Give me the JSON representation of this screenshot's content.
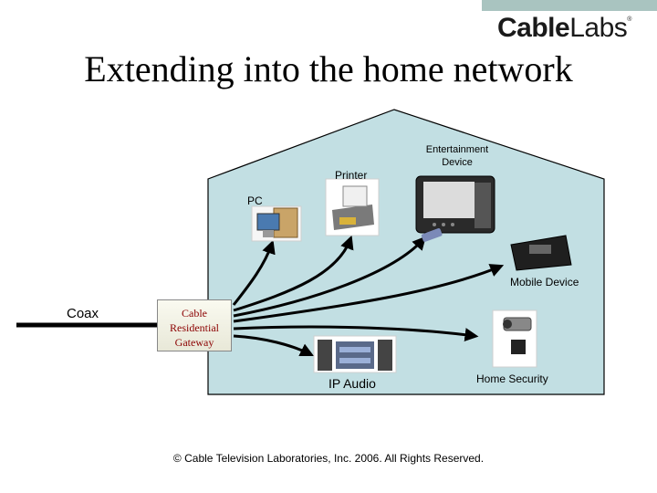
{
  "header": {
    "logo_part1": "Cable",
    "logo_part2": "Labs",
    "logo_reg": "®",
    "title": "Extending into the home network"
  },
  "diagram": {
    "labels": {
      "printer": "Printer",
      "entertainment_line1": "Entertainment",
      "entertainment_line2": "Device",
      "pc": "PC",
      "mobile": "Mobile Device",
      "coax": "Coax",
      "gateway_line1": "Cable",
      "gateway_line2": "Residential",
      "gateway_line3": "Gateway",
      "ip_audio": "IP Audio",
      "home_security": "Home Security"
    },
    "colors": {
      "house_fill": "#c2dfe3",
      "house_outline": "#000000",
      "arrow": "#000000",
      "gateway_text": "#8b0000"
    }
  },
  "footer": {
    "copyright": "© Cable Television Laboratories, Inc. 2006.  All Rights Reserved."
  }
}
